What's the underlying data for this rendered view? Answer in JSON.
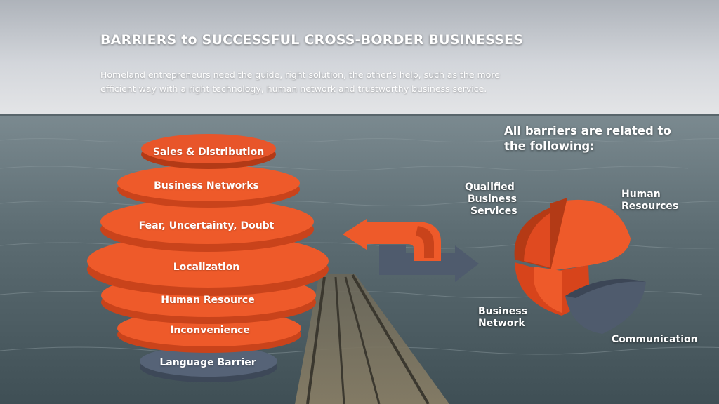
{
  "title": "BARRIERS to SUCCESSFUL CROSS-BORDER BUSINESSES",
  "subtitle": "Homeland entrepreneurs need the guide, right solution, the other's help, such as the more efficient way with a right technology, human network and trustworthy business service.",
  "layers": [
    "Sales & Distribution",
    "Business Networks",
    "Fear, Uncertainty, Doubt",
    "Localization",
    "Human Resource",
    "Inconvenience",
    "Language Barrier"
  ],
  "related_heading": "All barriers are related to the following:",
  "related_items": {
    "qualified": [
      "Qualified",
      "Business",
      "Services"
    ],
    "human": [
      "Human",
      "Resources"
    ],
    "network": [
      "Business",
      "Network"
    ],
    "communication": "Communication"
  },
  "colors": {
    "orange": "#ee5a2a",
    "dark_orange": "#c9431b",
    "slate": "#4f5b6d",
    "sky": "#c9cdd3",
    "sea": "#56666d"
  }
}
